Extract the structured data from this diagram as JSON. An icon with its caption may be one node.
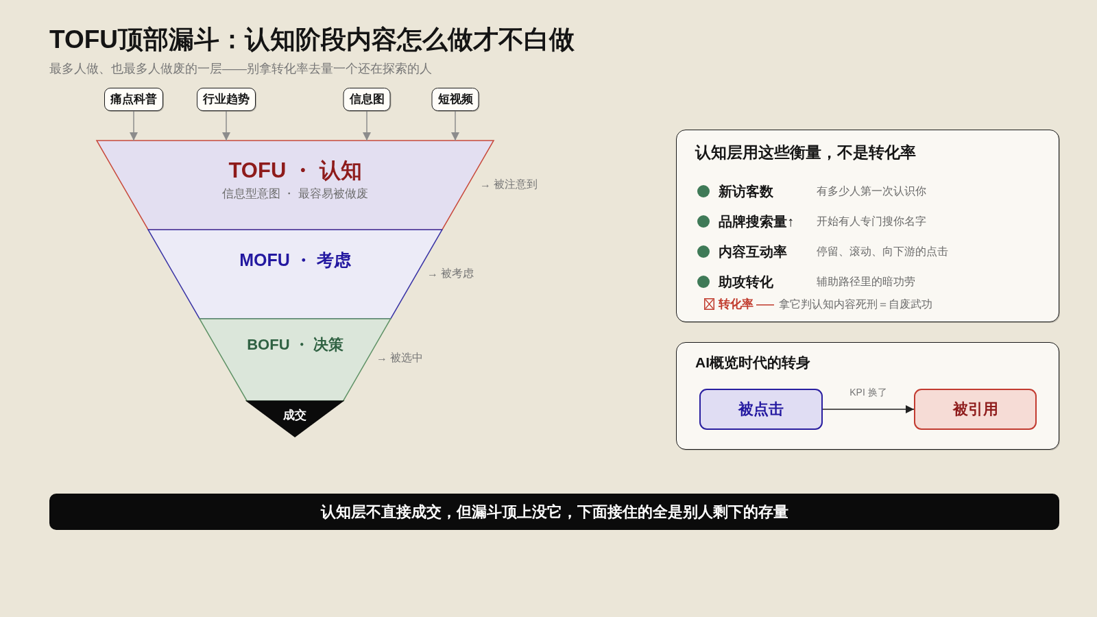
{
  "diagram": {
    "title": "TOFU顶部漏斗：认知阶段内容怎么做才不白做",
    "nodes": [
      {
        "text": [
          "痛点科普"
        ]
      },
      {
        "text": [
          "行业趋势"
        ]
      },
      {
        "text": [
          "信息图"
        ]
      },
      {
        "text": [
          "短视频"
        ]
      },
      {
        "text": [
          "TOFU ・ 认知",
          "信息型意图 ・ 最容易被做废"
        ],
        "beside": [
          "→ 被注意到"
        ]
      },
      {
        "text": [
          "MOFU ・ 考虑"
        ],
        "beside": [
          "→ 被考虑"
        ]
      },
      {
        "text": [
          "BOFU ・ 决策"
        ],
        "beside": [
          "→ 被选中"
        ]
      },
      {
        "text": [
          "成交"
        ]
      },
      {
        "text": [
          "认知层用这些衡量，不是转化率",
          "新访客数",
          "有多少人第一次认识你",
          "品牌搜索量↑",
          "开始有人专门搜你名字",
          "内容互动率",
          "停留、滚动、向下游的点击",
          "助攻转化",
          "辅助路径里的暗功劳",
          "转化率",
          "拿它判认知内容死刑＝自废武功"
        ]
      },
      {
        "text": [
          "AI概览时代的转身"
        ]
      },
      {
        "text": [
          "被点击"
        ],
        "in": 9
      },
      {
        "text": [
          "被引用"
        ],
        "in": 9
      },
      {
        "text": [
          "认知层不直接成交，但漏斗顶上没它，下面接住的全是别人剩下的存量"
        ]
      }
    ],
    "edges": [
      {
        "from": 0,
        "to": 4,
        "arrow": "to"
      },
      {
        "from": 1,
        "to": 4,
        "arrow": "to"
      },
      {
        "from": 2,
        "to": 4,
        "arrow": "to"
      },
      {
        "from": 3,
        "to": 4,
        "arrow": "to"
      },
      {
        "from": 10,
        "to": 11,
        "arrow": "to",
        "label": "KPI 换了",
        "color": "#222222"
      }
    ],
    "labels": [
      "最多人做、也最多人做废的一层——别拿转化率去量一个还在探索的人"
    ]
  }
}
